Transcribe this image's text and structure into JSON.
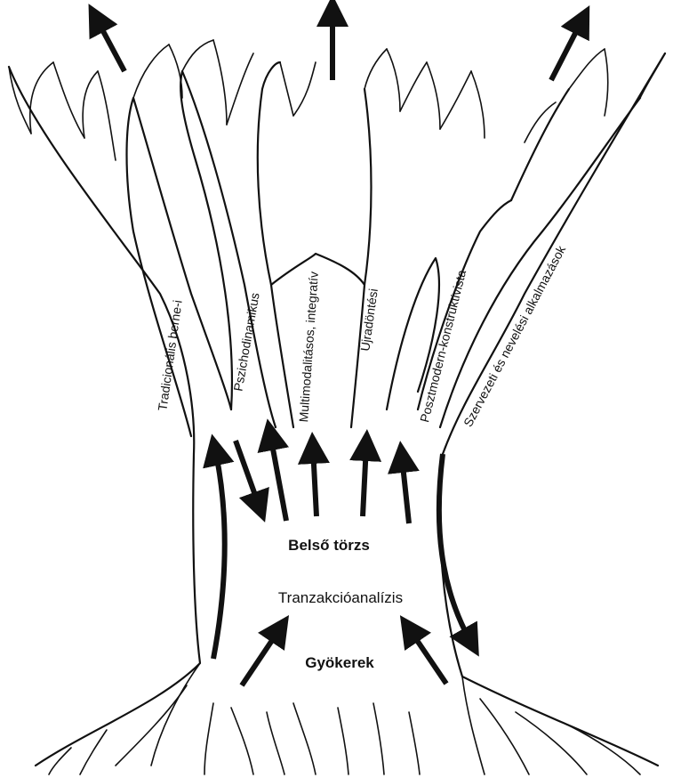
{
  "diagram": {
    "branches": [
      "Tradicionális berne-i",
      "Pszichodinamikus",
      "Multimodalitásos, integratív",
      "Újradöntési",
      "Posztmodern-konstruktivista",
      "Szervezeti és nevelési alkalmazások"
    ],
    "trunk_label": "Belső törzs",
    "core_label": "Tranzakcióanalízis",
    "roots_label": "Gyökerek"
  },
  "colors": {
    "ink": "#111111",
    "background": "#ffffff"
  }
}
